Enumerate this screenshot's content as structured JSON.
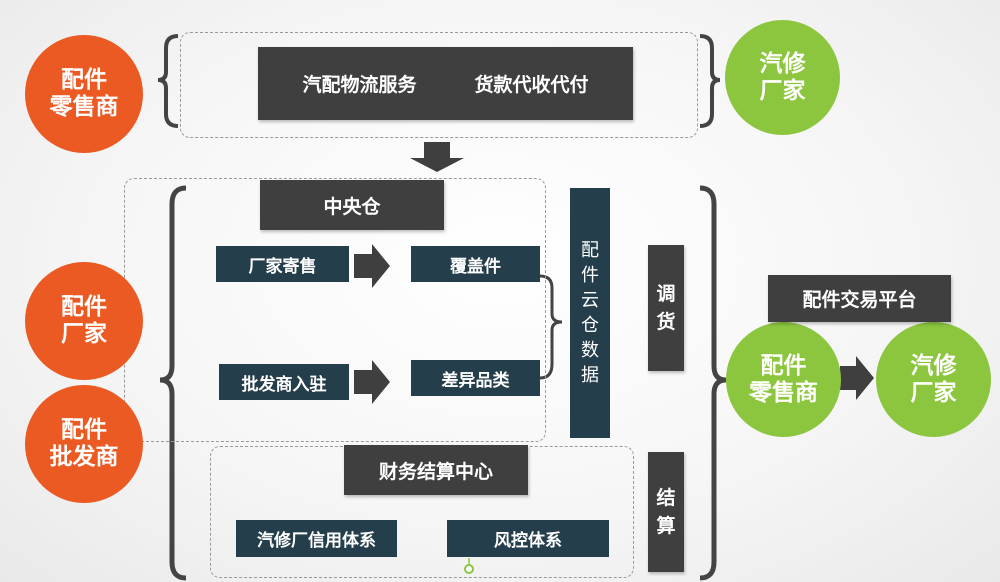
{
  "left_circles": {
    "top": "配件\n零售商",
    "middle": "配件\n厂家",
    "bottom": "配件\n批发商"
  },
  "right_circles": {
    "top": "汽修\n厂家",
    "retailer": "配件\n零售商",
    "repair": "汽修\n厂家"
  },
  "top_service": {
    "left": "汽配物流服务",
    "right": "货款代收代付"
  },
  "central_warehouse": {
    "title": "中央仓",
    "items": [
      "厂家寄售",
      "批发商入驻",
      "覆盖件",
      "差异品类"
    ]
  },
  "cloud_data": "配件云仓数据",
  "dispatch": "调货",
  "settlement": "结算",
  "finance": {
    "title": "财务结算中心",
    "items": [
      "汽修厂信用体系",
      "风控体系"
    ]
  },
  "platform": "配件交易平台",
  "colors": {
    "orange": "#ea5a22",
    "green": "#8cc63f",
    "dark": "#3f3f3f",
    "navy": "#253e4b"
  }
}
